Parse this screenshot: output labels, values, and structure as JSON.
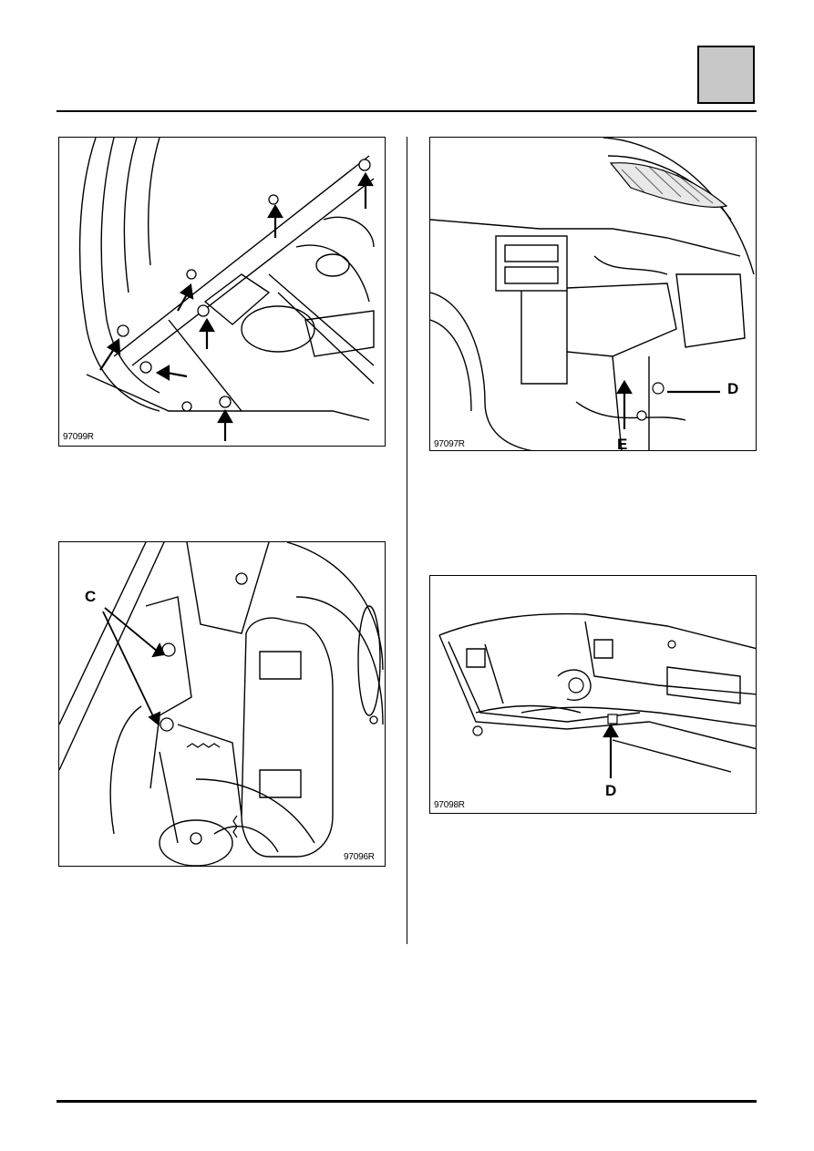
{
  "figures": {
    "top_left": {
      "code": "97099R"
    },
    "top_right": {
      "code": "97097R",
      "callouts": [
        "D",
        "E"
      ]
    },
    "bottom_left": {
      "code": "97096R",
      "callouts": [
        "C"
      ]
    },
    "bottom_right": {
      "code": "97098R",
      "callouts": [
        "D"
      ]
    }
  }
}
